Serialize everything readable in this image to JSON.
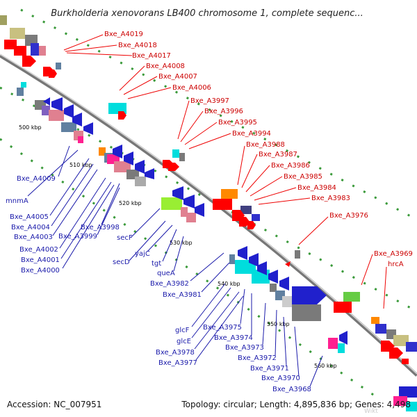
{
  "title": "Burkholderia xenovorans LB400 chromosome 1, complete sequenc...",
  "accession": "Accession: NC_007951",
  "summary": "Topology: circular; Length: 4,895,836 bp; Genes: 4,498",
  "ticks": [
    "500 kbp",
    "510 kbp",
    "520 kbp",
    "530 kbp",
    "540 kbp",
    "550 kbp",
    "560 kbp"
  ],
  "forward_labels": [
    "Bxe_A4019",
    "Bxe_A4018",
    "Bxe_A4017",
    "Bxe_A4008",
    "Bxe_A4007",
    "Bxe_A4006",
    "Bxe_A3997",
    "Bxe_A3996",
    "Bxe_A3995",
    "Bxe_A3994",
    "Bxe_A3988",
    "Bxe_A3987",
    "Bxe_A3986",
    "Bxe_A3985",
    "Bxe_A3984",
    "Bxe_A3983",
    "Bxe_A3976",
    "Bxe_A3969",
    "hrcA"
  ],
  "reverse_labels": [
    "Bxe_A4009",
    "mnmA",
    "Bxe_A4005",
    "Bxe_A4004",
    "Bxe_A4003",
    "Bxe_A3998",
    "Bxe_A3999",
    "Bxe_A4002",
    "Bxe_A4001",
    "Bxe_A4000",
    "secF",
    "secD",
    "yajC",
    "tgt",
    "queA",
    "Bxe_A3982",
    "Bxe_A3981",
    "glcF",
    "glcE",
    "Bxe_A3975",
    "Bxe_A3974",
    "Bxe_A3978",
    "Bxe_A3973",
    "Bxe_A3977",
    "Bxe_A3972",
    "Bxe_A3971",
    "Bxe_A3970",
    "Bxe_A3968"
  ],
  "watermark": "Wikt",
  "colors": {
    "forward_label": "#cc0000",
    "reverse_label": "#1a1aaa",
    "backbone": "#888888",
    "dots": "#3a9a3a"
  }
}
